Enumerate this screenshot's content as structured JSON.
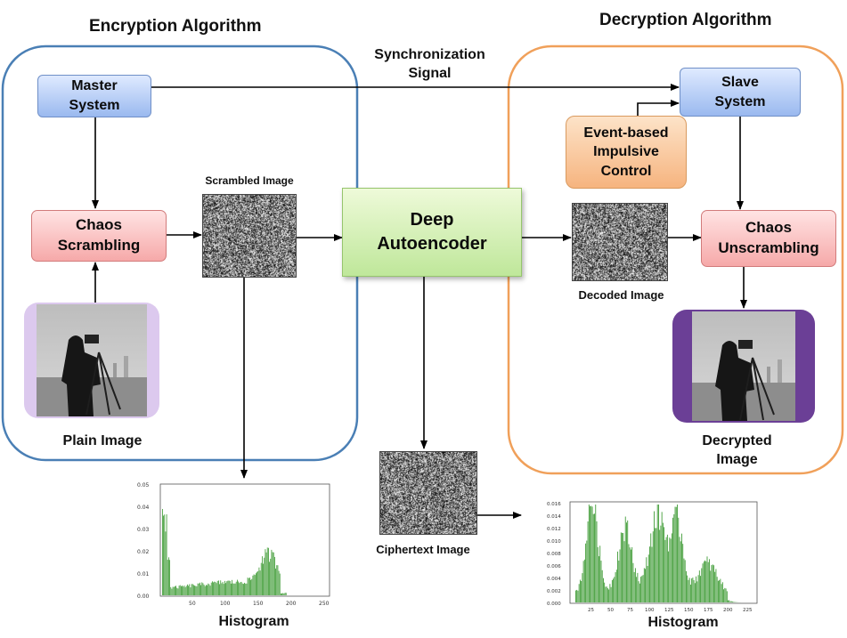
{
  "panels": {
    "encryption_title": "Encryption Algorithm",
    "decryption_title": "Decryption  Algorithm"
  },
  "sync_signal": {
    "line1": "Synchronization",
    "line2": "Signal"
  },
  "nodes": {
    "master_system": {
      "line1": "Master",
      "line2": "System"
    },
    "chaos_scrambling": {
      "line1": "Chaos",
      "line2": "Scrambling"
    },
    "deep_autoencoder": {
      "line1": "Deep",
      "line2": "Autoencoder"
    },
    "slave_system": {
      "line1": "Slave",
      "line2": "System"
    },
    "event_control": {
      "line1": "Event-based",
      "line2": "Impulsive",
      "line3": "Control"
    },
    "chaos_unscrambling": {
      "line1": "Chaos",
      "line2": "Unscrambling"
    }
  },
  "image_labels": {
    "scrambled": "Scrambled Image",
    "plain": "Plain Image",
    "decoded": "Decoded  Image",
    "decrypted_line1": "Decrypted",
    "decrypted_line2": "Image",
    "ciphertext": "Ciphertext Image"
  },
  "histograms": {
    "left": {
      "label": "Histogram",
      "y_ticks": [
        "0.05",
        "0.04",
        "0.03",
        "0.02",
        "0.01",
        "0.00"
      ],
      "x_ticks": [
        "50",
        "100",
        "150",
        "200",
        "250"
      ]
    },
    "right": {
      "label": "Histogram",
      "y_ticks": [
        "0.016",
        "0.014",
        "0.012",
        "0.010",
        "0.008",
        "0.006",
        "0.004",
        "0.002",
        "0.000"
      ],
      "x_ticks": [
        "25",
        "50",
        "75",
        "100",
        "125",
        "150",
        "175",
        "200",
        "225"
      ]
    }
  },
  "colors": {
    "encryption_border": "#4a7fb5",
    "decryption_border": "#f0a05a",
    "histogram_bar": "#3c9a32",
    "photo_frame_left": "#dcc9ee",
    "photo_frame_right": "#6b3f96"
  }
}
